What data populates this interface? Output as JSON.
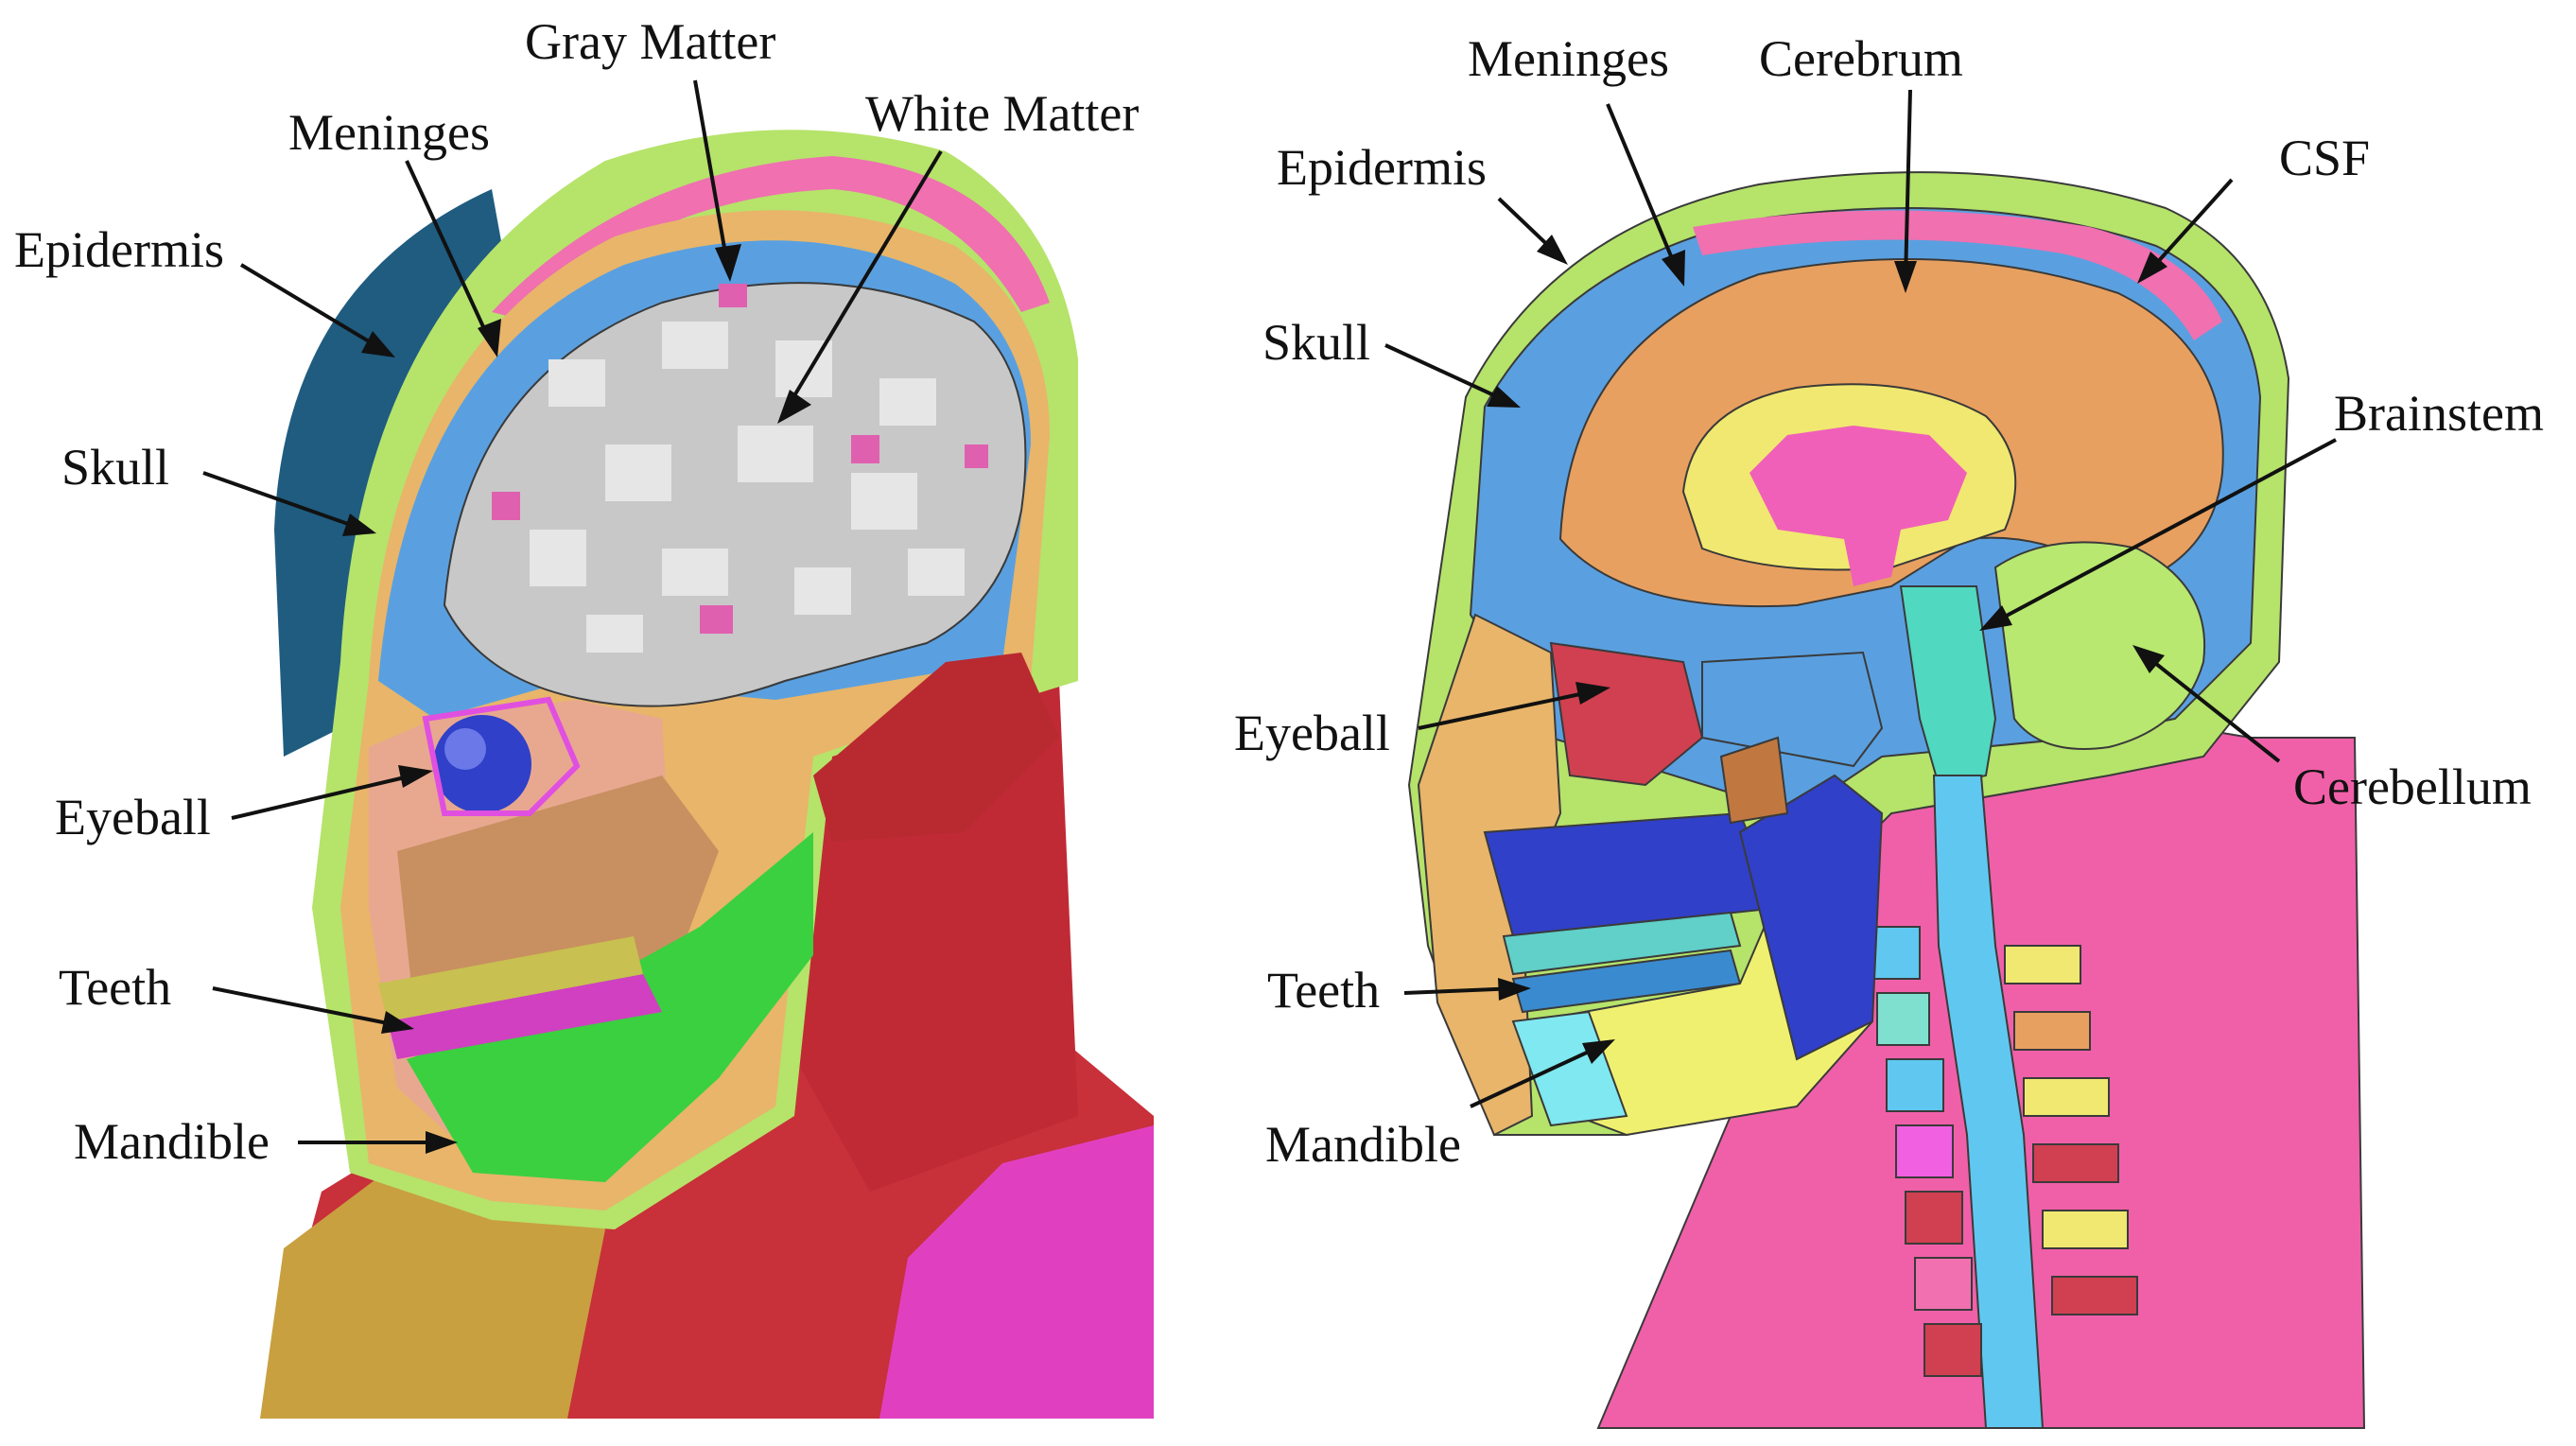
{
  "left_panel": {
    "labels": {
      "gray_matter": "Gray Matter",
      "white_matter": "White Matter",
      "meninges": "Meninges",
      "epidermis": "Epidermis",
      "skull": "Skull",
      "eyeball": "Eyeball",
      "teeth": "Teeth",
      "mandible": "Mandible"
    }
  },
  "right_panel": {
    "labels": {
      "meninges": "Meninges",
      "cerebrum": "Cerebrum",
      "epidermis": "Epidermis",
      "csf": "CSF",
      "skull": "Skull",
      "brainstem": "Brainstem",
      "eyeball": "Eyeball",
      "cerebellum": "Cerebellum",
      "teeth": "Teeth",
      "mandible": "Mandible"
    }
  },
  "colors": {
    "skin": "#e8b56a",
    "skin_dark": "#1f5c80",
    "skull": "#5aa0e0",
    "scalp": "#b6e36a",
    "gray_matter": "#c8c8c8",
    "white_matter": "#e6e6e6",
    "cerebrum": "#e8a060",
    "csf": "#f070b0",
    "brainstem": "#50d8c0",
    "cerebellum": "#b8e870",
    "muscle": "#c8303a",
    "jaw_green": "#3ad040",
    "mandible_yellow": "#f0f070",
    "neck_pink": "#f060a8",
    "spine_blue": "#60c8f0",
    "eyeball": "#3040c8"
  }
}
